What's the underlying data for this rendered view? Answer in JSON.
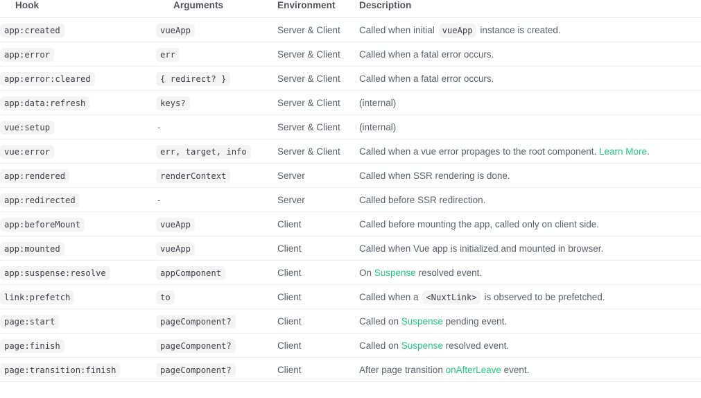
{
  "table": {
    "columns": [
      {
        "key": "hook",
        "label": "Hook"
      },
      {
        "key": "arguments",
        "label": "Arguments"
      },
      {
        "key": "environment",
        "label": "Environment"
      },
      {
        "key": "description",
        "label": "Description"
      }
    ],
    "accent_color": "#22c97f",
    "code_bg_color": "#f4f4f5",
    "text_color": "#5b6069",
    "rows": [
      {
        "hook": "app:created",
        "hook_is_code": true,
        "arguments": "vueApp",
        "arguments_is_code": true,
        "environment": "Server & Client",
        "description_parts": [
          {
            "type": "text",
            "text": "Called when initial "
          },
          {
            "type": "code",
            "text": "vueApp"
          },
          {
            "type": "text",
            "text": " instance is created."
          }
        ]
      },
      {
        "hook": "app:error",
        "hook_is_code": true,
        "arguments": "err",
        "arguments_is_code": true,
        "environment": "Server & Client",
        "description_parts": [
          {
            "type": "text",
            "text": "Called when a fatal error occurs."
          }
        ]
      },
      {
        "hook": "app:error:cleared",
        "hook_is_code": true,
        "arguments": "{ redirect? }",
        "arguments_is_code": true,
        "environment": "Server & Client",
        "description_parts": [
          {
            "type": "text",
            "text": "Called when a fatal error occurs."
          }
        ]
      },
      {
        "hook": "app:data:refresh",
        "hook_is_code": true,
        "arguments": "keys?",
        "arguments_is_code": true,
        "environment": "Server & Client",
        "description_parts": [
          {
            "type": "text",
            "text": "(internal)"
          }
        ]
      },
      {
        "hook": "vue:setup",
        "hook_is_code": true,
        "arguments": "-",
        "arguments_is_code": false,
        "environment": "Server & Client",
        "description_parts": [
          {
            "type": "text",
            "text": "(internal)"
          }
        ]
      },
      {
        "hook": "vue:error",
        "hook_is_code": true,
        "arguments": "err, target, info",
        "arguments_is_code": true,
        "environment": "Server & Client",
        "description_parts": [
          {
            "type": "text",
            "text": "Called when a vue error propages to the root component. "
          },
          {
            "type": "link",
            "text": "Learn More"
          },
          {
            "type": "text",
            "text": "."
          }
        ]
      },
      {
        "hook": "app:rendered",
        "hook_is_code": true,
        "arguments": "renderContext",
        "arguments_is_code": true,
        "environment": "Server",
        "description_parts": [
          {
            "type": "text",
            "text": "Called when SSR rendering is done."
          }
        ]
      },
      {
        "hook": "app:redirected",
        "hook_is_code": true,
        "arguments": "-",
        "arguments_is_code": false,
        "environment": "Server",
        "description_parts": [
          {
            "type": "text",
            "text": "Called before SSR redirection."
          }
        ]
      },
      {
        "hook": "app:beforeMount",
        "hook_is_code": true,
        "arguments": "vueApp",
        "arguments_is_code": true,
        "environment": "Client",
        "description_parts": [
          {
            "type": "text",
            "text": "Called before mounting the app, called only on client side."
          }
        ]
      },
      {
        "hook": "app:mounted",
        "hook_is_code": true,
        "arguments": "vueApp",
        "arguments_is_code": true,
        "environment": "Client",
        "description_parts": [
          {
            "type": "text",
            "text": "Called when Vue app is initialized and mounted in browser."
          }
        ]
      },
      {
        "hook": "app:suspense:resolve",
        "hook_is_code": true,
        "arguments": "appComponent",
        "arguments_is_code": true,
        "environment": "Client",
        "description_parts": [
          {
            "type": "text",
            "text": "On "
          },
          {
            "type": "link",
            "text": "Suspense"
          },
          {
            "type": "text",
            "text": " resolved event."
          }
        ]
      },
      {
        "hook": "link:prefetch",
        "hook_is_code": true,
        "arguments": "to",
        "arguments_is_code": true,
        "environment": "Client",
        "description_parts": [
          {
            "type": "text",
            "text": "Called when a "
          },
          {
            "type": "code",
            "text": "<NuxtLink>"
          },
          {
            "type": "text",
            "text": " is observed to be prefetched."
          }
        ]
      },
      {
        "hook": "page:start",
        "hook_is_code": true,
        "arguments": "pageComponent?",
        "arguments_is_code": true,
        "environment": "Client",
        "description_parts": [
          {
            "type": "text",
            "text": "Called on "
          },
          {
            "type": "link",
            "text": "Suspense"
          },
          {
            "type": "text",
            "text": " pending event."
          }
        ]
      },
      {
        "hook": "page:finish",
        "hook_is_code": true,
        "arguments": "pageComponent?",
        "arguments_is_code": true,
        "environment": "Client",
        "description_parts": [
          {
            "type": "text",
            "text": "Called on "
          },
          {
            "type": "link",
            "text": "Suspense"
          },
          {
            "type": "text",
            "text": " resolved event."
          }
        ]
      },
      {
        "hook": "page:transition:finish",
        "hook_is_code": true,
        "arguments": "pageComponent?",
        "arguments_is_code": true,
        "environment": "Client",
        "description_parts": [
          {
            "type": "text",
            "text": "After page transition "
          },
          {
            "type": "link",
            "text": "onAfterLeave"
          },
          {
            "type": "text",
            "text": " event."
          }
        ]
      }
    ]
  }
}
